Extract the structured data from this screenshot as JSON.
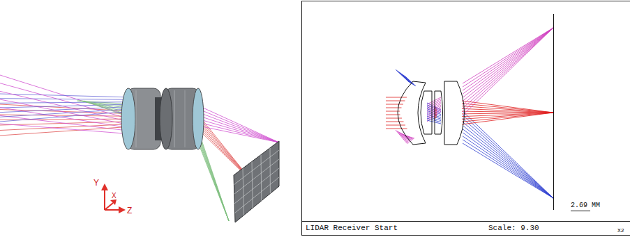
{
  "diagram": {
    "nodes": [
      {
        "text": [
          "LIDAR Receiver Start",
          "Scale: 9.30"
        ]
      }
    ],
    "labels": [
      "Y",
      "X",
      "Z",
      "2.69 MM",
      "X2"
    ]
  }
}
